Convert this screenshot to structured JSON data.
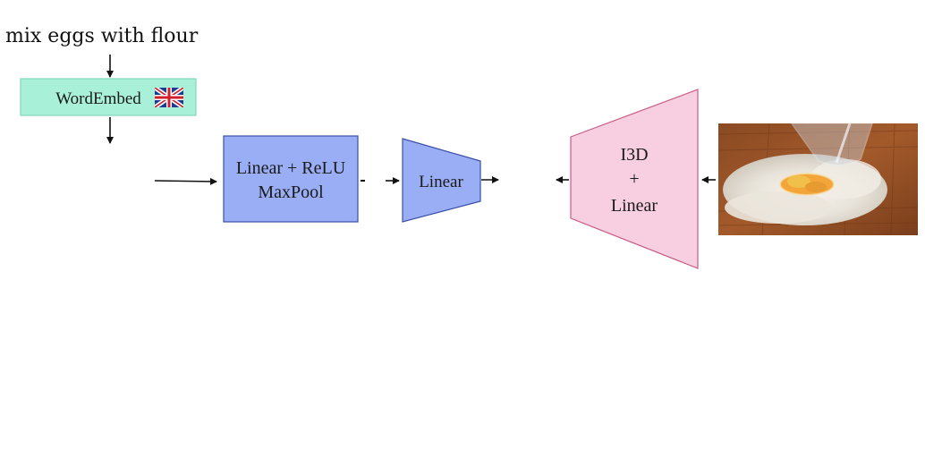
{
  "caption": "mix eggs with flour",
  "nodes": {
    "word_embed": {
      "label": "WordEmbed",
      "flag_icon": "uk-flag-icon"
    },
    "linear_relu": {
      "line1": "Linear + ReLU",
      "line2": "MaxPool"
    },
    "linear": {
      "label": "Linear"
    },
    "i3d": {
      "line1": "I3D",
      "line2": "+",
      "line3": "Linear"
    },
    "video_frame": {
      "icon": "video-frame-eggs-flour"
    }
  },
  "colors": {
    "word_embed_fill": "#a8f0d8",
    "word_embed_stroke": "#7fd9bc",
    "blue_fill": "#9aaef5",
    "blue_stroke": "#3a4fa8",
    "pink_fill": "#f7cfe0",
    "pink_stroke": "#c95b86",
    "arrow": "#111111"
  }
}
